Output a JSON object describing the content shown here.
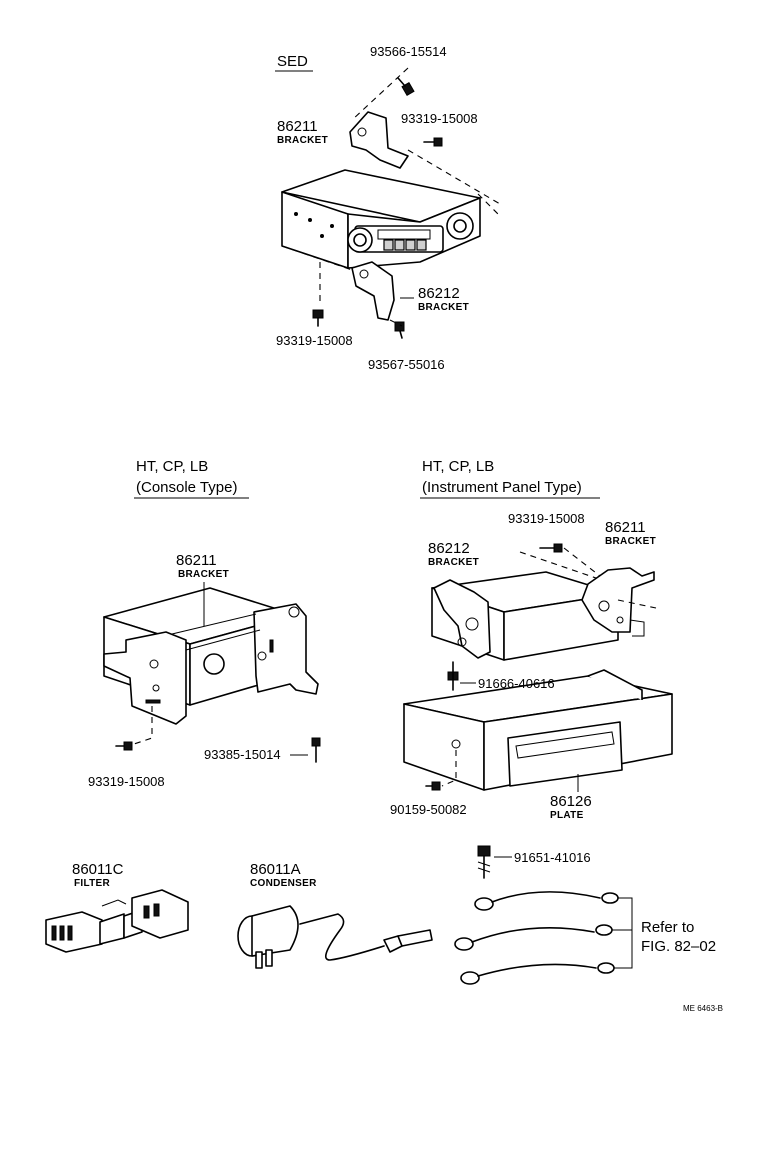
{
  "sections": {
    "sed": "SED",
    "console_line1": "HT, CP, LB",
    "console_line2": "(Console Type)",
    "panel_line1": "HT, CP, LB",
    "panel_line2": "(Instrument Panel Type)"
  },
  "sed_parts": {
    "screw_top": "93566-15514",
    "bracket_r_num": "86211",
    "bracket_r_name": "BRACKET",
    "bolt_top": "93319-15008",
    "bracket_l_num": "86212",
    "bracket_l_name": "BRACKET",
    "bolt_bottom": "93319-15008",
    "screw_bottom": "93567-55016"
  },
  "console_parts": {
    "bracket_num": "86211",
    "bracket_name": "BRACKET",
    "screw": "93385-15014",
    "bolt": "93319-15008"
  },
  "panel_parts": {
    "bolt": "93319-15008",
    "bracket_r_num": "86211",
    "bracket_r_name": "BRACKET",
    "bracket_l_num": "86212",
    "bracket_l_name": "BRACKET",
    "screw_plate": "91666-40616",
    "screw_bottom": "90159-50082",
    "plate_num": "86126",
    "plate_name": "PLATE"
  },
  "bottom_parts": {
    "filter_num": "86011C",
    "filter_name": "FILTER",
    "condenser_num": "86011A",
    "condenser_name": "CONDENSER",
    "ground_bolt": "91651-41016",
    "refer_line1": "Refer to",
    "refer_line2": "FIG. 82–02"
  },
  "figure_code": "ME 6463-B"
}
